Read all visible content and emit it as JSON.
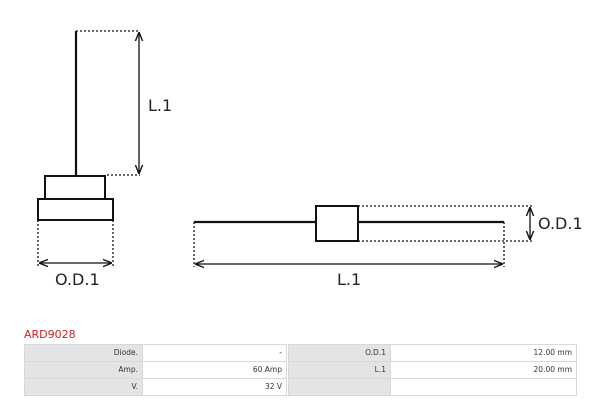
{
  "diagram": {
    "left_view": {
      "length_label": "L.1",
      "diameter_label": "O.D.1"
    },
    "right_view": {
      "length_label": "L.1",
      "diameter_label": "O.D.1"
    }
  },
  "product": {
    "code": "ARD9028"
  },
  "specs": {
    "rows": [
      {
        "label1": "Diode.",
        "value1": "-",
        "label2": "O.D.1",
        "value2": "12.00 mm"
      },
      {
        "label1": "Amp.",
        "value1": "60 Amp",
        "label2": "L.1",
        "value2": "20.00 mm"
      },
      {
        "label1": "V.",
        "value1": "32 V",
        "label2": "",
        "value2": ""
      }
    ]
  }
}
